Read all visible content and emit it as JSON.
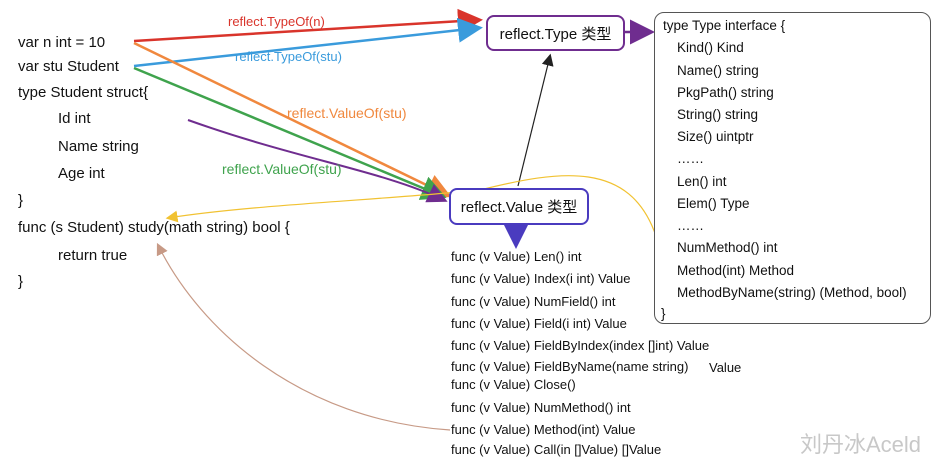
{
  "code_lines": [
    "var n int = 10",
    "var stu Student",
    "type Student struct{",
    "Id int",
    "Name string",
    "Age int",
    "}",
    "func (s Student) study(math string) bool {",
    "return true",
    "}"
  ],
  "arrow_labels": {
    "typeof_n": "reflect.TypeOf(n)",
    "typeof_stu": "reflect.TypeOf(stu)",
    "valueof_stu_orange": "reflect.ValueOf(stu)",
    "valueof_stu_green": "reflect.ValueOf(stu)"
  },
  "type_box": {
    "label": "reflect.Type 类型"
  },
  "value_box": {
    "label": "reflect.Value 类型"
  },
  "type_interface": [
    "type Type interface {",
    "Kind() Kind",
    "Name() string",
    "PkgPath() string",
    "String() string",
    "Size() uintptr",
    "……",
    "Len() int",
    "Elem() Type",
    "……",
    "NumMethod() int",
    "Method(int) Method",
    "MethodByName(string) (Method, bool)",
    "}"
  ],
  "value_methods": [
    "func (v Value) Len() int",
    "func (v Value) Index(i int) Value",
    "func (v Value) NumField() int",
    "func (v Value) Field(i int) Value",
    "func (v Value) FieldByIndex(index []int) Value",
    "func (v Value) FieldByName(name string)",
    "func (v Value) Close()",
    "func (v Value) NumMethod() int",
    "func (v Value) Method(int) Value",
    "func (v Value) Call(in []Value) []Value"
  ],
  "value_method_suffix": "Value",
  "watermark": "刘丹冰Aceld",
  "colors": {
    "red": "#d9342b",
    "blue": "#3a9bdc",
    "orange": "#f0883e",
    "green": "#3fa34d",
    "purple": "#6f2d8f",
    "darkblue": "#4a3bbf",
    "tan": "#c79a86",
    "yellow": "#f1c232"
  }
}
